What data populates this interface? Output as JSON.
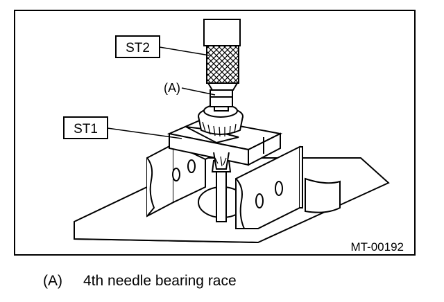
{
  "figure": {
    "callouts": {
      "st2": "ST2",
      "a": "(A)",
      "st1": "ST1"
    },
    "figure_code": "MT-00192"
  },
  "caption": {
    "key": "(A)",
    "text": "4th needle bearing race"
  }
}
